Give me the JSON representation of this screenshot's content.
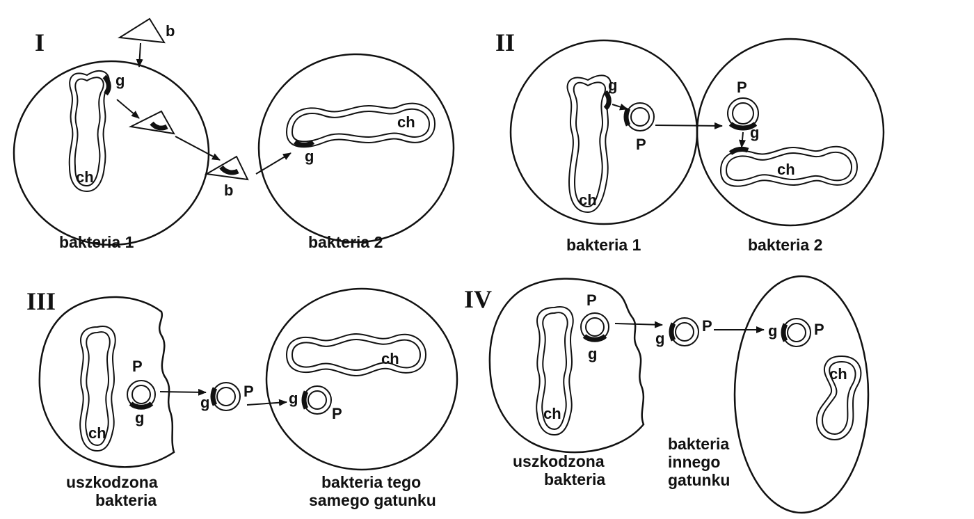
{
  "panels": {
    "I": {
      "numeral": "I",
      "virus_label_top": "b",
      "virus_label_bottom": "b",
      "gene_label_source": "g",
      "gene_label_target": "g",
      "chromosome_label_source": "ch",
      "chromosome_label_target": "ch",
      "caption_left": "bakteria 1",
      "caption_right": "bakteria 2"
    },
    "II": {
      "numeral": "II",
      "gene_label_chromosome": "g",
      "plasmid_label_source": "P",
      "plasmid_label_target": "P",
      "gene_label_plasmid_target": "g",
      "chromosome_label_source": "ch",
      "chromosome_label_target": "ch",
      "caption_left": "bakteria 1",
      "caption_right": "bakteria 2"
    },
    "III": {
      "numeral": "III",
      "plasmid_label_inside": "P",
      "gene_label_inside": "g",
      "gene_label_free": "g",
      "plasmid_label_free": "P",
      "gene_label_target": "g",
      "plasmid_label_target": "P",
      "chromosome_label_source": "ch",
      "chromosome_label_target": "ch",
      "caption_left": [
        "uszkodzona",
        "bakteria"
      ],
      "caption_right": [
        "bakteria tego",
        "samego gatunku"
      ]
    },
    "IV": {
      "numeral": "IV",
      "plasmid_label_inside": "P",
      "gene_label_inside": "g",
      "gene_label_free": "g",
      "plasmid_label_free": "P",
      "gene_label_target": "g",
      "plasmid_label_target": "P",
      "chromosome_label_source": "ch",
      "chromosome_label_target": "ch",
      "caption_left": [
        "uszkodzona",
        "bakteria"
      ],
      "caption_right": [
        "bakteria",
        "innego",
        "gatunku"
      ]
    }
  }
}
